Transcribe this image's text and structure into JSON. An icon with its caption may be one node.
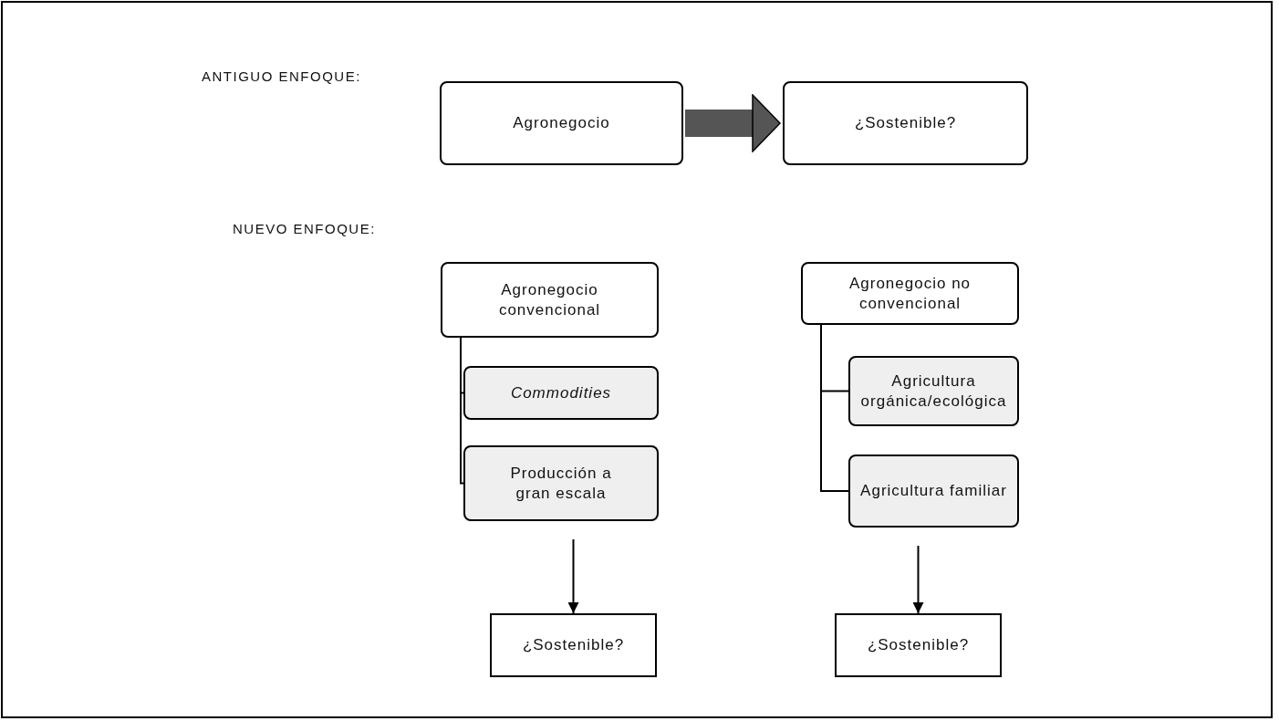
{
  "diagram": {
    "nodes": [
      {
        "text": [
          "Agronegocio"
        ]
      },
      {
        "text": [
          "¿Sostenible?"
        ]
      },
      {
        "text": [
          "Agronegocio convencional"
        ]
      },
      {
        "text": [
          "Commodities"
        ]
      },
      {
        "text": [
          "Producción a gran escala"
        ]
      },
      {
        "text": [
          "Agronegocio no convencional"
        ]
      },
      {
        "text": [
          "Agricultura orgánica/ecológica"
        ]
      },
      {
        "text": [
          "Agricultura familiar"
        ]
      },
      {
        "text": [
          "¿Sostenible?"
        ]
      },
      {
        "text": [
          "¿Sostenible?"
        ]
      }
    ],
    "edges": [
      {
        "from": 0,
        "to": 1,
        "arrow": "to",
        "style": "thick"
      },
      {
        "from": 2,
        "to": 3,
        "arrow": "none"
      },
      {
        "from": 2,
        "to": 4,
        "arrow": "none"
      },
      {
        "from": 4,
        "to": 8,
        "arrow": "to"
      },
      {
        "from": 5,
        "to": 6,
        "arrow": "none"
      },
      {
        "from": 5,
        "to": 7,
        "arrow": "none"
      },
      {
        "from": 7,
        "to": 9,
        "arrow": "to"
      }
    ],
    "labels": [
      "ANTIGUO ENFOQUE:",
      "NUEVO ENFOQUE:"
    ]
  }
}
